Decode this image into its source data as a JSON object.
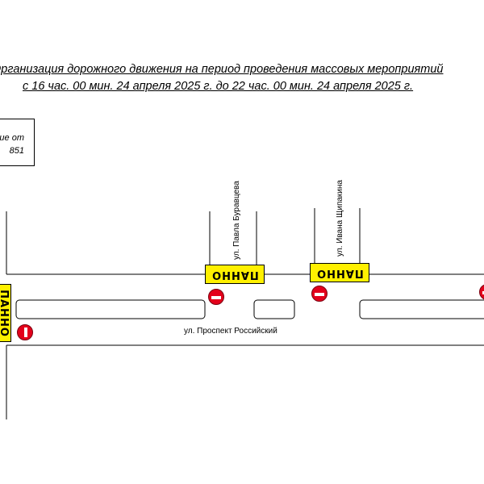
{
  "title_line1": "Организация дорожного движения на период проведения массовых мероприятий",
  "title_line2": "с 16 час. 00 мин. 24 апреля 2025 г. до 22 час. 00 мин. 24 апреля 2025 г.",
  "infobox": {
    "line1": "ие от",
    "line2": "851"
  },
  "streets": {
    "main": "ул. Проспект Российский",
    "pavla": "ул. Павла Буравцева",
    "ivana": "ул. Ивана Щипакина"
  },
  "signs": {
    "panel_text": "ПАННО"
  },
  "colors": {
    "panel_yellow": "#fff000",
    "no_entry_red": "#e3001b"
  }
}
